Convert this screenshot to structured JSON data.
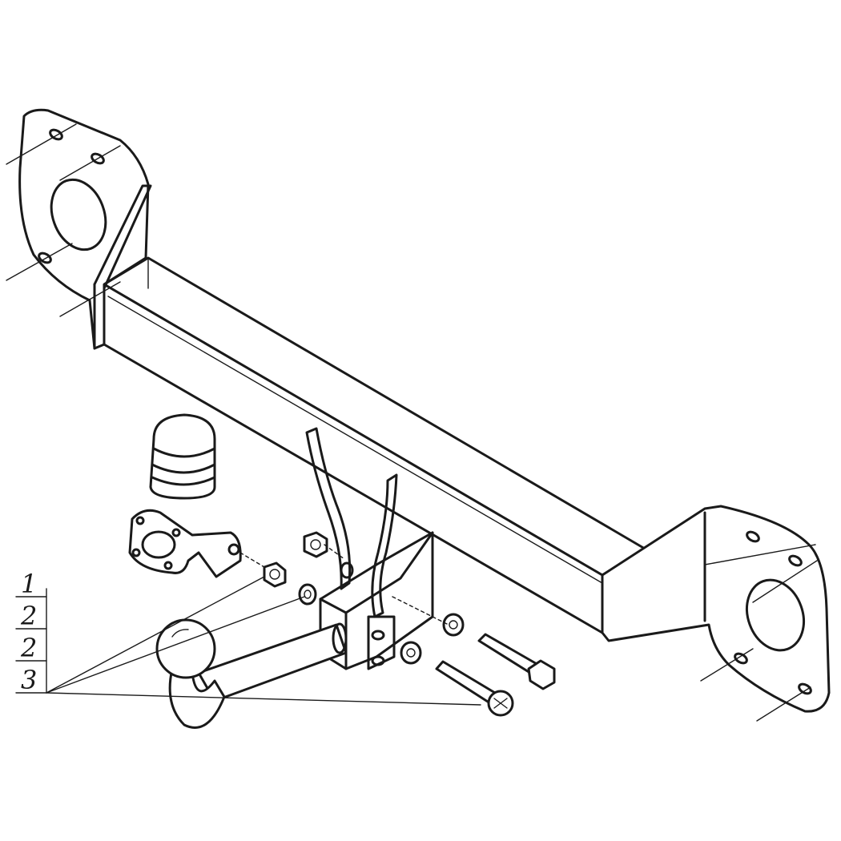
{
  "callouts": {
    "items": [
      {
        "label": "1"
      },
      {
        "label": "2"
      },
      {
        "label": "2"
      },
      {
        "label": "3"
      }
    ]
  }
}
